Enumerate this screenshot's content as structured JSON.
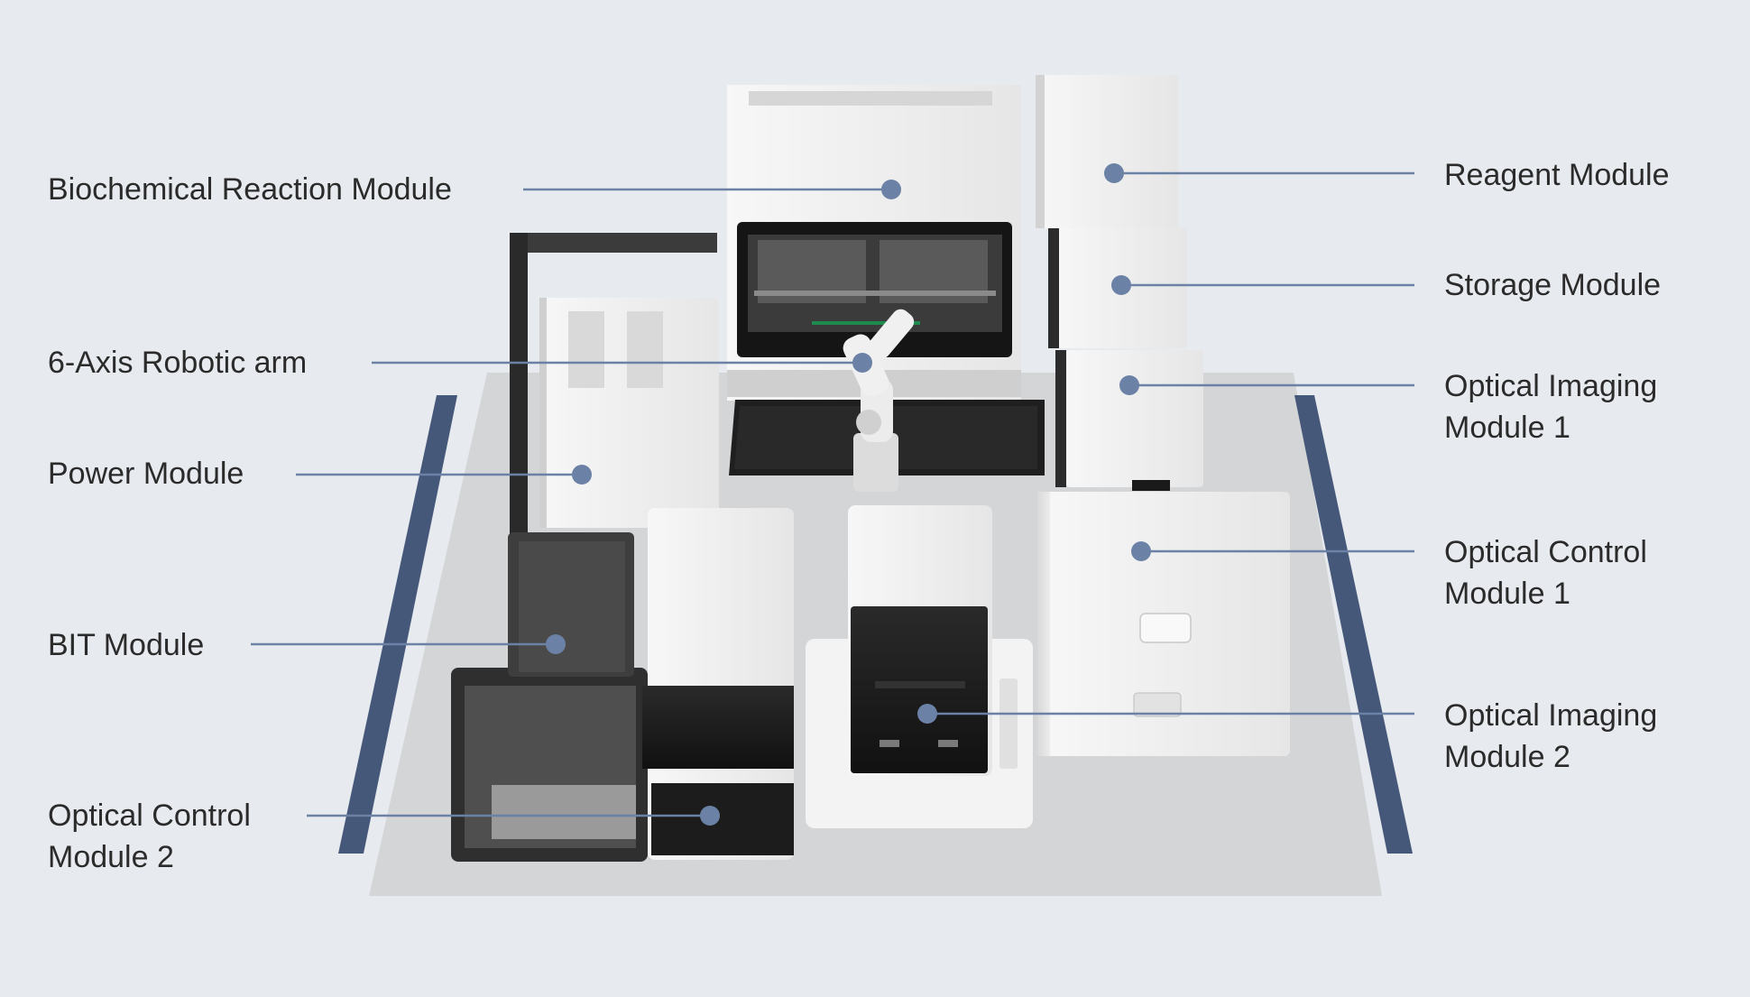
{
  "colors": {
    "background": "#e7eaee",
    "floor": "#d4d5d7",
    "rail": "#46587a",
    "callout": "#6b82a6",
    "text": "#2b2b2b"
  },
  "callouts": {
    "biochemical_reaction": "Biochemical Reaction Module",
    "robotic_arm": "6-Axis Robotic arm",
    "power": "Power Module",
    "bit": "BIT Module",
    "optical_control_2": [
      "Optical Control",
      "Module 2"
    ],
    "reagent": "Reagent Module",
    "storage": "Storage Module",
    "optical_imaging_1": [
      "Optical Imaging",
      "Module 1"
    ],
    "optical_control_1": [
      "Optical Control",
      "Module 1"
    ],
    "optical_imaging_2": [
      "Optical Imaging",
      "Module 2"
    ]
  }
}
